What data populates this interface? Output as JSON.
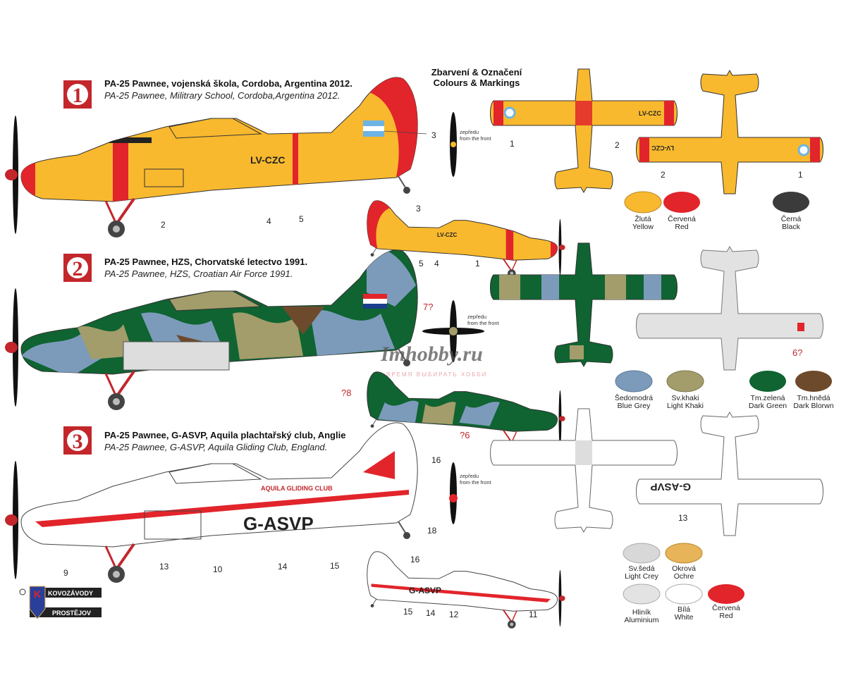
{
  "header": {
    "title_cz": "Zbarvení & Označení",
    "title_en": "Colours & Markings"
  },
  "front_view_label": {
    "cz": "zepředu",
    "en": "from the front"
  },
  "schemes": [
    {
      "number": "1",
      "title_cz": "PA-25 Pawnee, vojenská škola, Cordoba, Argentina 2012.",
      "title_en": "PA-25 Pawnee, Militrary School, Cordoba,Argentina 2012.",
      "registration": "LV-CZC",
      "side_callouts": [
        "2",
        "4",
        "5",
        "3"
      ],
      "small_callouts": [
        "3",
        "5",
        "4",
        "1"
      ],
      "top_callouts": [
        "1",
        "2"
      ],
      "bottom_callouts": [
        "2",
        "1"
      ]
    },
    {
      "number": "2",
      "title_cz": "PA-25 Pawnee, HZS, Chorvatské letectvo 1991.",
      "title_en": "PA-25 Pawnee, HZS, Croatian Air Force 1991.",
      "side_callouts": [
        "7?"
      ],
      "small_callouts": [
        "?8",
        "?6"
      ],
      "bottom_callouts": [
        "6?"
      ]
    },
    {
      "number": "3",
      "title_cz": "PA-25 Pawnee, G-ASVP, Aquila plachtařský club, Anglie",
      "title_en": "PA-25 Pawnee, G-ASVP, Aquila Gliding Club, England.",
      "registration": "G-ASVP",
      "club": "AQUILA GLIDING CLUB",
      "side_callouts": [
        "16",
        "18",
        "9",
        "13",
        "10",
        "14",
        "15"
      ],
      "small_callouts": [
        "16",
        "15",
        "14",
        "12",
        "11"
      ],
      "bottom_callouts": [
        "13"
      ]
    }
  ],
  "swatches": {
    "scheme1": [
      {
        "cz": "Žlutá",
        "en": "Yellow",
        "color": "#f9b92e"
      },
      {
        "cz": "Červená",
        "en": "Red",
        "color": "#e2242b"
      },
      {
        "cz": "Černá",
        "en": "Black",
        "color": "#3b3b3b"
      }
    ],
    "scheme2": [
      {
        "cz": "Šedomodrá",
        "en": "Blue Grey",
        "color": "#7c9bbb"
      },
      {
        "cz": "Sv.khaki",
        "en": "Light Khaki",
        "color": "#a29d6b"
      },
      {
        "cz": "Tm.zelená",
        "en": "Dark Green",
        "color": "#0f6431"
      },
      {
        "cz": "Tm.hnědá",
        "en": "Dark Blorwn",
        "color": "#6e4a2c"
      }
    ],
    "scheme3": [
      {
        "cz": "Sv.šedá",
        "en": "Light Crey",
        "color": "#d8d8d8"
      },
      {
        "cz": "Okrová",
        "en": "Ochre",
        "color": "#e8b45a"
      },
      {
        "cz": "Hliník",
        "en": "Aluminium",
        "color": "#e3e3e3"
      },
      {
        "cz": "Bílá",
        "en": "White",
        "color": "#ffffff"
      },
      {
        "cz": "Červená",
        "en": "Red",
        "color": "#e2242b"
      }
    ]
  },
  "logo": {
    "mark": "K",
    "line1": "KOVOZÁVODY",
    "line2": "PROSTĚJOV"
  },
  "watermark": {
    "text": "Imhobby.ru",
    "tagline": "ВРЕМЯ ВЫБИРАТЬ ХОББИ"
  }
}
